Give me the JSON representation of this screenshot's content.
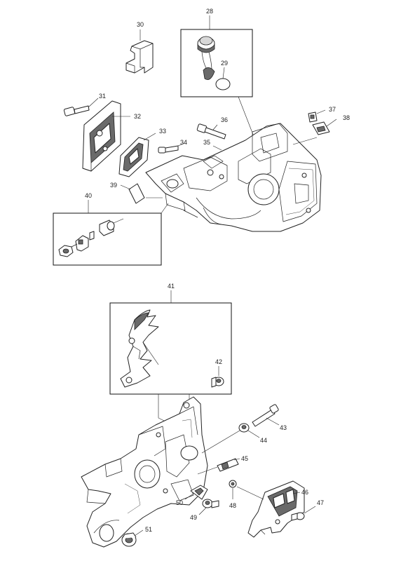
{
  "callouts": [
    {
      "id": "28",
      "label": "28"
    },
    {
      "id": "29",
      "label": "29"
    },
    {
      "id": "30",
      "label": "30"
    },
    {
      "id": "31",
      "label": "31"
    },
    {
      "id": "32",
      "label": "32"
    },
    {
      "id": "33",
      "label": "33"
    },
    {
      "id": "34",
      "label": "34"
    },
    {
      "id": "35",
      "label": "35"
    },
    {
      "id": "36",
      "label": "36"
    },
    {
      "id": "37",
      "label": "37"
    },
    {
      "id": "38",
      "label": "38"
    },
    {
      "id": "39",
      "label": "39"
    },
    {
      "id": "40",
      "label": "40"
    },
    {
      "id": "41",
      "label": "41"
    },
    {
      "id": "42",
      "label": "42"
    },
    {
      "id": "43",
      "label": "43"
    },
    {
      "id": "44",
      "label": "44"
    },
    {
      "id": "45",
      "label": "45"
    },
    {
      "id": "46",
      "label": "46"
    },
    {
      "id": "47",
      "label": "47"
    },
    {
      "id": "48",
      "label": "48"
    },
    {
      "id": "49",
      "label": "49"
    },
    {
      "id": "50",
      "label": "50"
    },
    {
      "id": "51",
      "label": "51"
    }
  ],
  "colors": {
    "line": "#222222",
    "background": "#ffffff",
    "shade": "#6a6a6a"
  }
}
